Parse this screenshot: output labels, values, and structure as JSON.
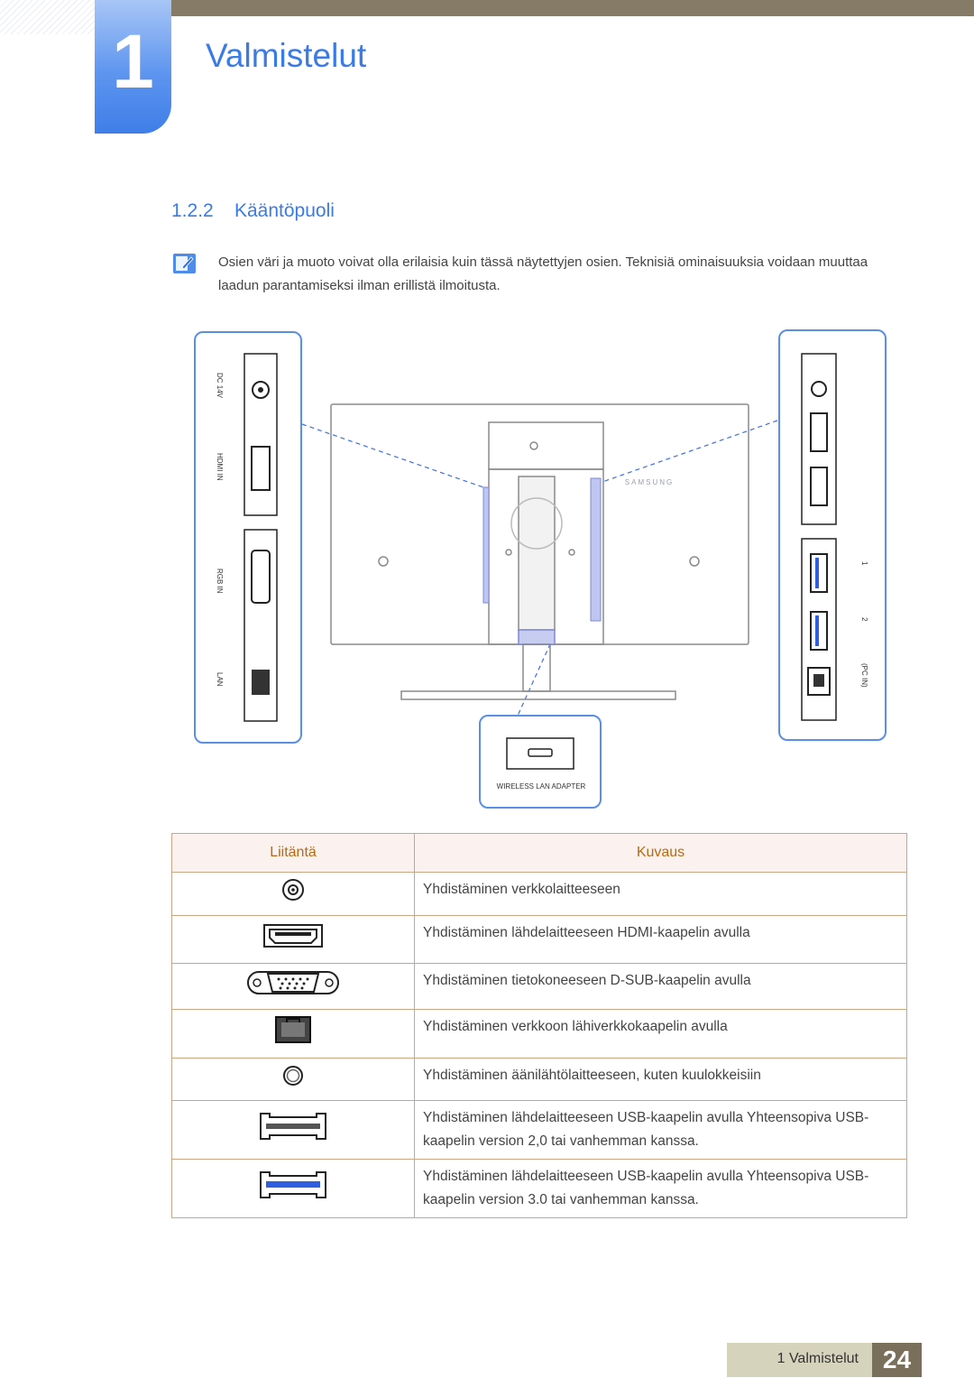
{
  "chapter": {
    "number": "1",
    "title": "Valmistelut"
  },
  "section": {
    "number": "1.2.2",
    "title": "Kääntöpuoli"
  },
  "note": {
    "icon": "note-pencil-icon",
    "text": "Osien väri ja muoto voivat olla erilaisia kuin tässä näytettyjen osien. Teknisiä ominaisuuksia voidaan muuttaa laadun parantamiseksi ilman erillistä ilmoitusta."
  },
  "figure": {
    "left_panel_labels": [
      "DC 14V",
      "HDMI IN",
      "RGB IN",
      "LAN"
    ],
    "right_panel_labels": [
      "1",
      "2",
      "(PC IN)"
    ],
    "adapter_label": "WIRELESS LAN ADAPTER",
    "brand": "SAMSUNG"
  },
  "table": {
    "headers": [
      "Liitäntä",
      "Kuvaus"
    ],
    "rows": [
      {
        "icon": "dc-power-port-icon",
        "description": "Yhdistäminen verkkolaitteeseen"
      },
      {
        "icon": "hdmi-port-icon",
        "description": "Yhdistäminen lähdelaitteeseen HDMI-kaapelin avulla"
      },
      {
        "icon": "dsub-port-icon",
        "description": "Yhdistäminen tietokoneeseen D-SUB-kaapelin avulla"
      },
      {
        "icon": "lan-port-icon",
        "description": "Yhdistäminen verkkoon lähiverkkokaapelin avulla"
      },
      {
        "icon": "audio-jack-icon",
        "description": "Yhdistäminen äänilähtölaitteeseen, kuten kuulokkeisiin"
      },
      {
        "icon": "usb2-port-icon",
        "description": "Yhdistäminen lähdelaitteeseen USB-kaapelin avulla Yhteensopiva USB-kaapelin version 2,0 tai vanhemman kanssa."
      },
      {
        "icon": "usb3-port-icon",
        "description": "Yhdistäminen lähdelaitteeseen USB-kaapelin avulla Yhteensopiva USB-kaapelin version 3.0 tai vanhemman kanssa."
      }
    ]
  },
  "footer": {
    "label": "1 Valmistelut",
    "page": "24"
  },
  "colors": {
    "accent": "#3b7be6",
    "header_bar": "#857b66",
    "table_header_text": "#b86a10"
  }
}
